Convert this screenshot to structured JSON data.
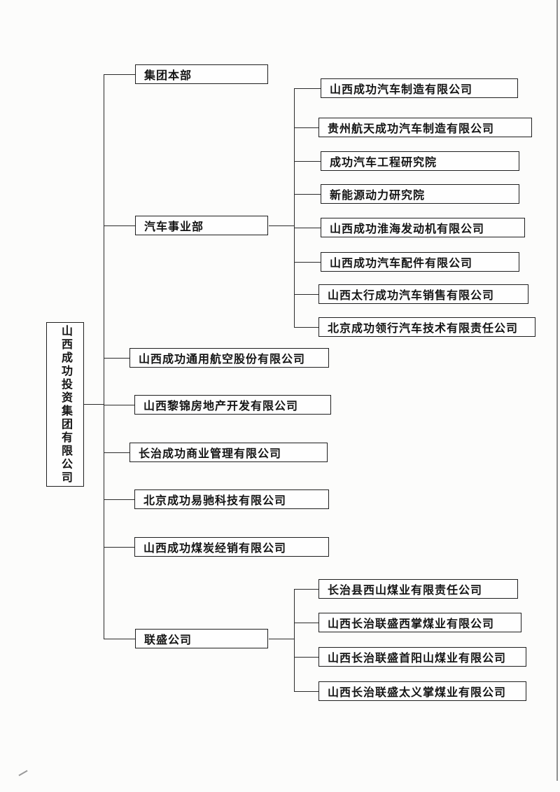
{
  "root": {
    "label": "山西成功投资集团有限公司"
  },
  "branches": [
    {
      "label": "集团本部",
      "children": []
    },
    {
      "label": "汽车事业部",
      "children": [
        "山西成功汽车制造有限公司",
        "贵州航天成功汽车制造有限公司",
        "成功汽车工程研究院",
        "新能源动力研究院",
        "山西成功淮海发动机有限公司",
        "山西成功汽车配件有限公司",
        "山西太行成功汽车销售有限公司",
        "北京成功领行汽车技术有限责任公司"
      ]
    },
    {
      "label": "山西成功通用航空股份有限公司",
      "children": []
    },
    {
      "label": "山西黎锦房地产开发有限公司",
      "children": []
    },
    {
      "label": "长治成功商业管理有限公司",
      "children": []
    },
    {
      "label": "北京成功易驰科技有限公司",
      "children": []
    },
    {
      "label": "山西成功煤炭经销有限公司",
      "children": []
    },
    {
      "label": "联盛公司",
      "children": [
        "长治县西山煤业有限责任公司",
        "山西长治联盛西掌煤业有限公司",
        "山西长治联盛首阳山煤业有限公司",
        "山西长治联盛太义掌煤业有限公司"
      ]
    }
  ],
  "colors": {
    "line": "#2a2a2a",
    "box_border": "#1f1f1f",
    "box_fill": "#fefefe",
    "page_bg": "#fcfcfb",
    "text": "#141414"
  }
}
